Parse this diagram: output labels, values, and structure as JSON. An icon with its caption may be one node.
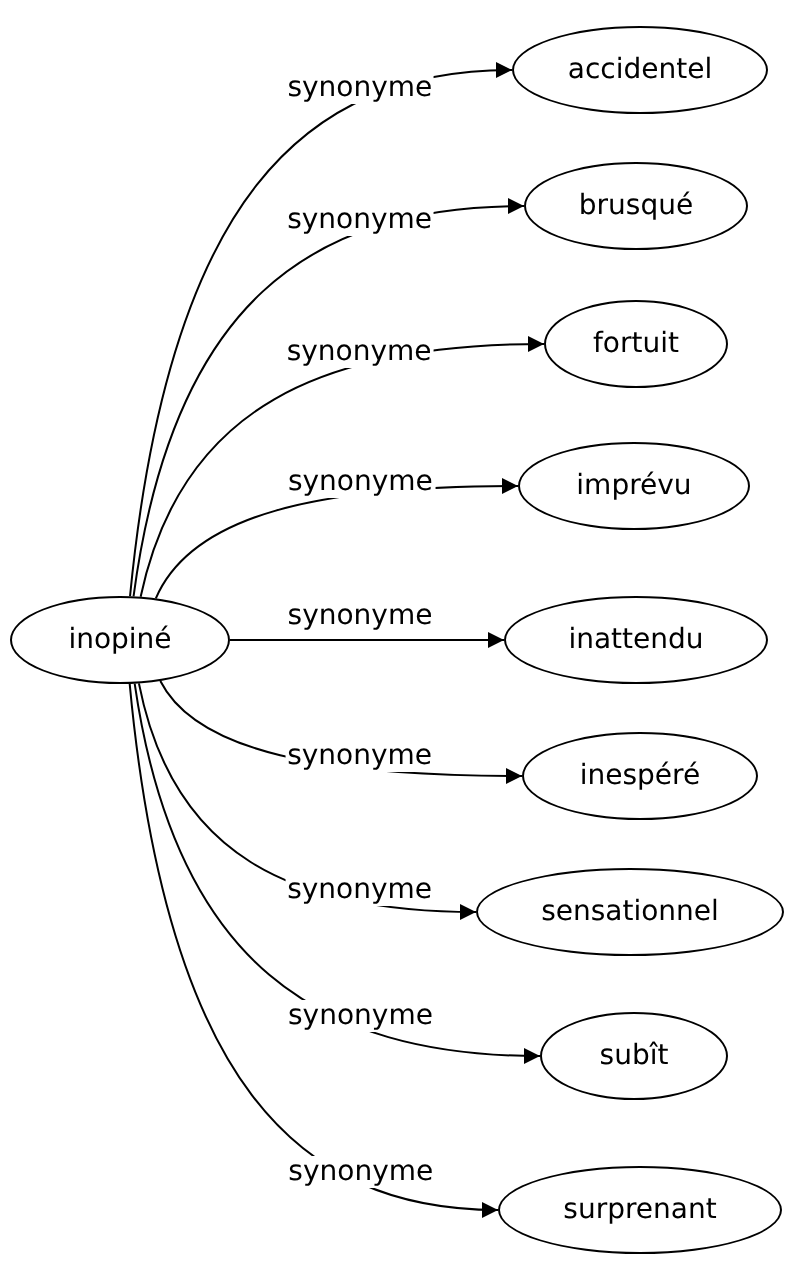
{
  "diagram": {
    "nodes": [
      {
        "text": [
          "inopiné"
        ]
      },
      {
        "text": [
          "accidentel"
        ]
      },
      {
        "text": [
          "brusqué"
        ]
      },
      {
        "text": [
          "fortuit"
        ]
      },
      {
        "text": [
          "imprévu"
        ]
      },
      {
        "text": [
          "inattendu"
        ]
      },
      {
        "text": [
          "inespéré"
        ]
      },
      {
        "text": [
          "sensationnel"
        ]
      },
      {
        "text": [
          "subît"
        ]
      },
      {
        "text": [
          "surprenant"
        ]
      }
    ],
    "edges": [
      {
        "from": 0,
        "to": 1,
        "arrow": "to",
        "label": "synonyme"
      },
      {
        "from": 0,
        "to": 2,
        "arrow": "to",
        "label": "synonyme"
      },
      {
        "from": 0,
        "to": 3,
        "arrow": "to",
        "label": "synonyme"
      },
      {
        "from": 0,
        "to": 4,
        "arrow": "to",
        "label": "synonyme"
      },
      {
        "from": 0,
        "to": 5,
        "arrow": "to",
        "label": "synonyme"
      },
      {
        "from": 0,
        "to": 6,
        "arrow": "to",
        "label": "synonyme"
      },
      {
        "from": 0,
        "to": 7,
        "arrow": "to",
        "label": "synonyme"
      },
      {
        "from": 0,
        "to": 8,
        "arrow": "to",
        "label": "synonyme"
      },
      {
        "from": 0,
        "to": 9,
        "arrow": "to",
        "label": "synonyme"
      }
    ]
  }
}
